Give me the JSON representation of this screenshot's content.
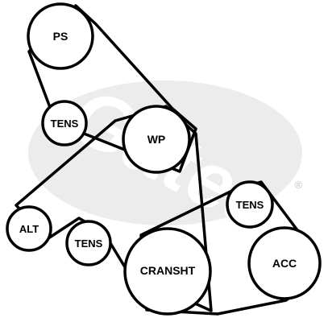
{
  "colors": {
    "background": "#ffffff",
    "stroke": "#000000",
    "watermark": "#ececec"
  },
  "watermark": {
    "brand": "Gates",
    "registered_mark": "®"
  },
  "pulleys": {
    "ps": "PS",
    "tens_top": "TENS",
    "wp": "WP",
    "alt": "ALT",
    "tens_bottom_left": "TENS",
    "cransht": "CRANSHT",
    "tens_right": "TENS",
    "acc": "ACC"
  }
}
